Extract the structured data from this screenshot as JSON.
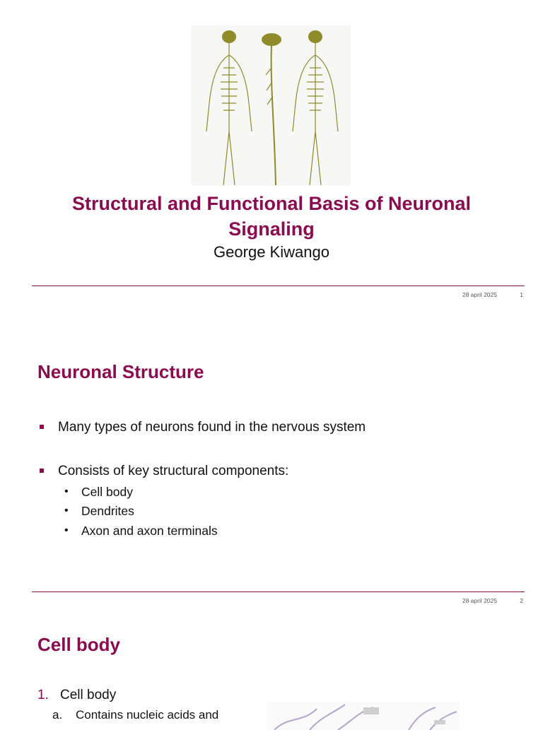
{
  "slides": [
    {
      "title": "Structural and Functional Basis of Neuronal Signaling",
      "author": "George Kiwango",
      "date": "28 april 2025",
      "page": "1"
    },
    {
      "title": "Neuronal Structure",
      "bullets": [
        "Many types of neurons found in the nervous system",
        "Consists of key structural components:"
      ],
      "sub_bullets": [
        "Cell body",
        "Dendrites",
        "Axon and axon terminals"
      ],
      "date": "28 april 2025",
      "page": "2"
    },
    {
      "title": "Cell body",
      "numbered": [
        {
          "num": "1.",
          "text": "Cell body",
          "items": [
            {
              "letter": "a.",
              "text": "Contains nucleic acids and"
            }
          ]
        }
      ]
    }
  ],
  "colors": {
    "accent": "#8b0a50",
    "nerve": "#8f8a2a",
    "cell": "#b8a4d0"
  },
  "icons": [
    "nervous-system-figure",
    "neuron-cell-figure"
  ]
}
